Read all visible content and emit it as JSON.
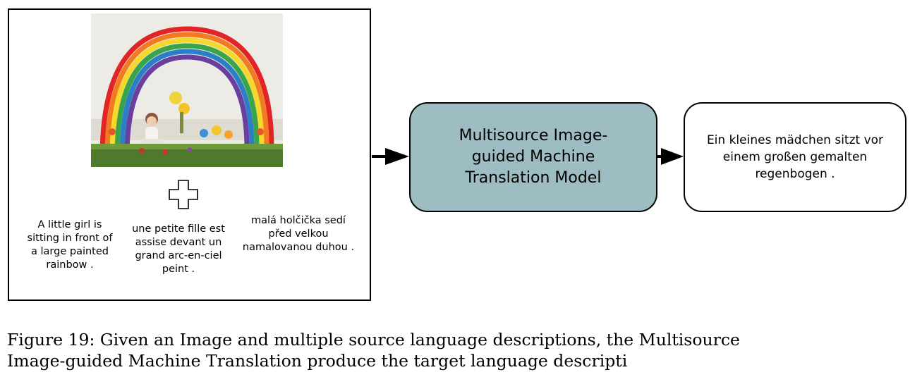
{
  "figure": {
    "caption_line1": "Figure 19:  Given an Image and multiple source language descriptions, the Multisource",
    "caption_line2": "Image-guided Machine Translation produce the target language descripti"
  },
  "inputs": {
    "source_en": "A little girl is sitting in front of a large painted rainbow .",
    "source_fr": "une petite fille est assise devant un grand arc-en-ciel peint .",
    "source_cs": "malá holčička sedí před velkou namalovanou duhou ."
  },
  "model": {
    "label": "Multisource Image-guided Machine Translation Model",
    "fill_color": "#9dbdc2"
  },
  "output": {
    "text": "Ein kleines mädchen sitzt vor einem großen gemalten regenbogen ."
  },
  "icons": {
    "combine": "plus-outline-icon",
    "flow": "arrow-right-icon"
  }
}
